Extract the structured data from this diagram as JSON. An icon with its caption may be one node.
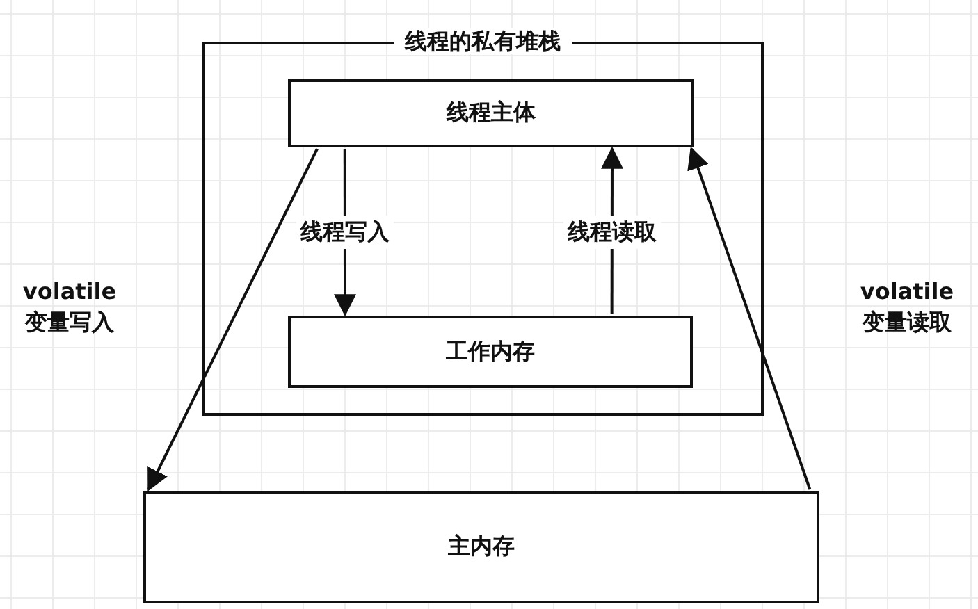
{
  "diagram": {
    "nodes": [
      {
        "text": [
          "线程的私有堆栈"
        ]
      },
      {
        "text": [
          "线程主体"
        ],
        "in": 0
      },
      {
        "text": [
          "工作内存"
        ],
        "in": 0
      },
      {
        "text": [
          "主内存"
        ]
      }
    ],
    "edges": [
      {
        "from": 1,
        "to": 2,
        "arrow": "to",
        "label": "线程写入"
      },
      {
        "from": 2,
        "to": 1,
        "arrow": "to",
        "label": "线程读取"
      },
      {
        "from": 1,
        "to": 3,
        "arrow": "to",
        "label": "volatile 变量写入"
      },
      {
        "from": 3,
        "to": 1,
        "arrow": "to",
        "label": "volatile 变量读取"
      }
    ]
  }
}
